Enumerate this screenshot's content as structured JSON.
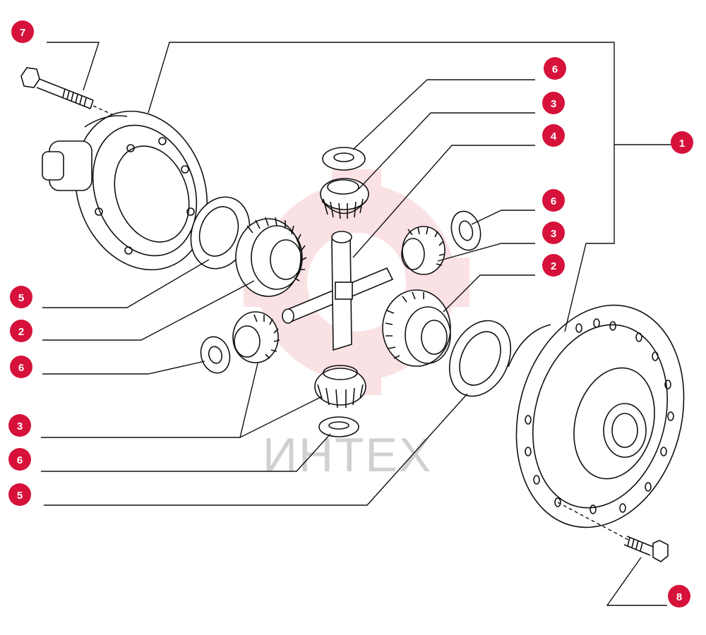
{
  "diagram": {
    "watermark_text": "ИНТЕХ",
    "watermark_icon": "gear-logo-icon",
    "callout_color": "#d6113a",
    "callouts": [
      {
        "id": "c7",
        "label": "7"
      },
      {
        "id": "c6a",
        "label": "6"
      },
      {
        "id": "c3a",
        "label": "3"
      },
      {
        "id": "c4",
        "label": "4"
      },
      {
        "id": "c1",
        "label": "1"
      },
      {
        "id": "c6b",
        "label": "6"
      },
      {
        "id": "c3b",
        "label": "3"
      },
      {
        "id": "c2a",
        "label": "2"
      },
      {
        "id": "c5a",
        "label": "5"
      },
      {
        "id": "c2b",
        "label": "2"
      },
      {
        "id": "c6c",
        "label": "6"
      },
      {
        "id": "c3c",
        "label": "3"
      },
      {
        "id": "c6d",
        "label": "6"
      },
      {
        "id": "c5b",
        "label": "5"
      },
      {
        "id": "c8",
        "label": "8"
      }
    ]
  }
}
